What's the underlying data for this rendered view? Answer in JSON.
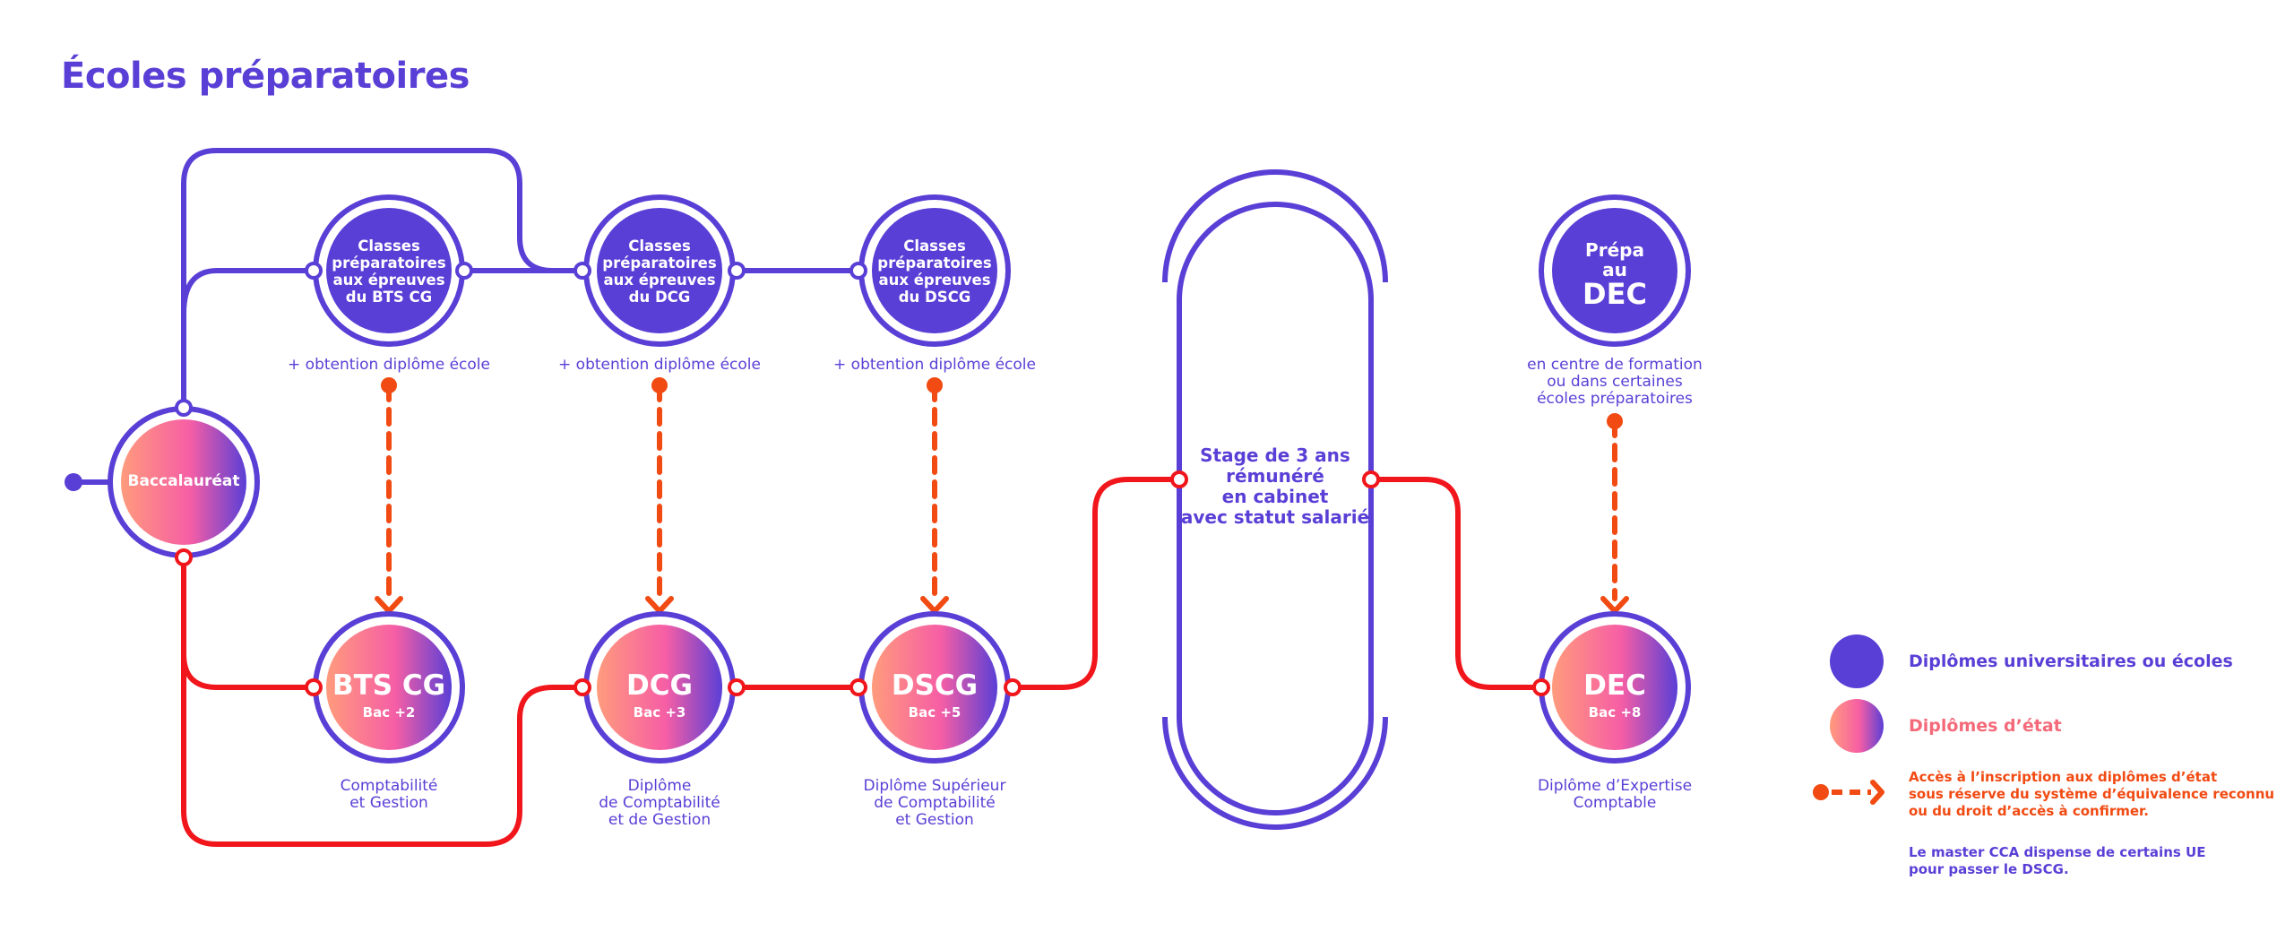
{
  "title": "Écoles préparatoires",
  "colors": {
    "purple": "#5a3fd6",
    "red": "#f0161c",
    "orange": "#f14a12",
    "gradient_start": "#ff9b7c",
    "gradient_mid": "#f65ea5",
    "gradient_end": "#5a3fd6"
  },
  "start": {
    "label": "Baccalauréat"
  },
  "prep_schools": [
    {
      "label": "Classes\npréparatoires\naux épreuves\ndu BTS CG",
      "note": "+ obtention diplôme école"
    },
    {
      "label": "Classes\npréparatoires\naux épreuves\ndu DCG",
      "note": "+ obtention diplôme école"
    },
    {
      "label": "Classes\npréparatoires\naux épreuves\ndu DSCG",
      "note": "+ obtention diplôme école"
    }
  ],
  "diplomas": [
    {
      "name": "BTS CG",
      "level": "Bac +2",
      "description": "Comptabilité\net Gestion"
    },
    {
      "name": "DCG",
      "level": "Bac +3",
      "description": "Diplôme\nde Comptabilité\net de Gestion"
    },
    {
      "name": "DSCG",
      "level": "Bac +5",
      "description": "Diplôme Supérieur\nde Comptabilité\net Gestion"
    },
    {
      "name": "DEC",
      "level": "Bac +8",
      "description": "Diplôme d’Expertise\nComptable"
    }
  ],
  "stage": {
    "label": "Stage de 3 ans\nrémunéré\nen cabinet\navec statut salarié"
  },
  "dec_prep": {
    "line1": "Prépa",
    "line2": "au",
    "line3": "DEC",
    "note": "en centre de formation\nou dans certaines\nécoles préparatoires"
  },
  "legend": {
    "university": "Diplômes universitaires ou écoles",
    "state": "Diplômes d’état",
    "access": "Accès à l’inscription aux diplômes d’état\nsous réserve du système d’équivalence reconnu\nou du droit d’accès à confirmer.",
    "master": "Le master CCA dispense de certains UE\npour passer le DSCG."
  }
}
